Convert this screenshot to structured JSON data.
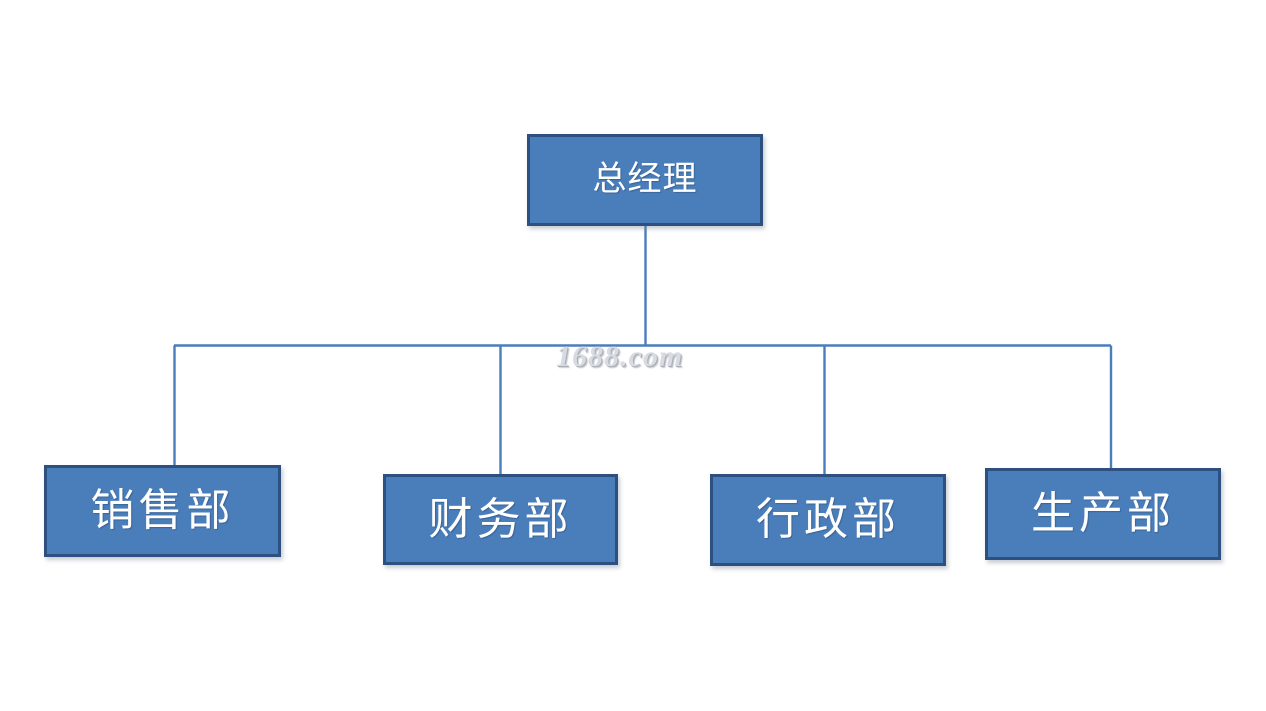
{
  "diagram": {
    "type": "organization-chart",
    "orientation": "top-down",
    "background_color": "#ffffff",
    "node_fill_color": "#4a7ebb",
    "node_border_color": "#2e5080",
    "node_text_color": "#ffffff",
    "connector_color": "#4a7ebb",
    "root": {
      "label": "总经理",
      "id": "general-manager"
    },
    "children": [
      {
        "label": "销售部",
        "id": "sales-department"
      },
      {
        "label": "财务部",
        "id": "finance-department"
      },
      {
        "label": "行政部",
        "id": "administration-department"
      },
      {
        "label": "生产部",
        "id": "production-department"
      }
    ]
  },
  "watermark": {
    "text": "1688.com",
    "color": "#d8dce2"
  }
}
